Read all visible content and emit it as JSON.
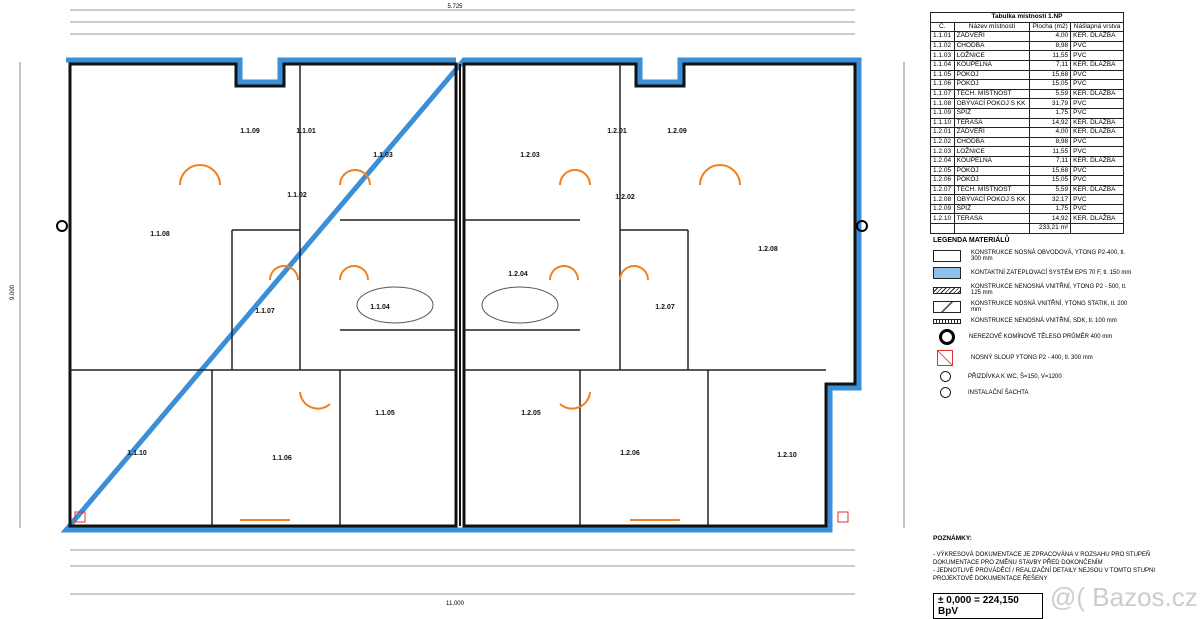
{
  "table": {
    "title": "Tabulka místností 1.NP",
    "headers": [
      "Č.",
      "Název místnosti",
      "Plocha (m2)",
      "Nášlapná vrstva"
    ],
    "rows": [
      [
        "1.1.01",
        "ZÁDVEŘÍ",
        "4,00",
        "KER. DLAŽBA"
      ],
      [
        "1.1.02",
        "CHODBA",
        "8,98",
        "PVC"
      ],
      [
        "1.1.03",
        "LOŽNICE",
        "11,55",
        "PVC"
      ],
      [
        "1.1.04",
        "KOUPELNA",
        "7,11",
        "KER. DLAŽBA"
      ],
      [
        "1.1.05",
        "POKOJ",
        "15,68",
        "PVC"
      ],
      [
        "1.1.06",
        "POKOJ",
        "15,05",
        "PVC"
      ],
      [
        "1.1.07",
        "TECH. MÍSTNOST",
        "5,59",
        "KER. DLAŽBA"
      ],
      [
        "1.1.08",
        "OBÝVACÍ POKOJ S KK",
        "31,79",
        "PVC"
      ],
      [
        "1.1.09",
        "SPÍŽ",
        "1,75",
        "PVC"
      ],
      [
        "1.1.10",
        "TERASA",
        "14,92",
        "KER. DLAŽBA"
      ],
      [
        "1.2.01",
        "ZÁDVEŘÍ",
        "4,00",
        "KER. DLAŽBA"
      ],
      [
        "1.2.02",
        "CHODBA",
        "8,98",
        "PVC"
      ],
      [
        "1.2.03",
        "LOŽNICE",
        "11,55",
        "PVC"
      ],
      [
        "1.2.04",
        "KOUPELNA",
        "7,11",
        "KER. DLAŽBA"
      ],
      [
        "1.2.05",
        "POKOJ",
        "15,68",
        "PVC"
      ],
      [
        "1.2.06",
        "POKOJ",
        "15,05",
        "PVC"
      ],
      [
        "1.2.07",
        "TECH. MÍSTNOST",
        "5,59",
        "KER. DLAŽBA"
      ],
      [
        "1.2.08",
        "OBÝVACÍ POKOJ S KK",
        "32,17",
        "PVC"
      ],
      [
        "1.2.09",
        "SPÍŽ",
        "1,75",
        "PVC"
      ],
      [
        "1.2.10",
        "TERASA",
        "14,92",
        "KER. DLAŽBA"
      ]
    ],
    "total": "233,21 m²"
  },
  "legend": {
    "title": "LEGENDA MATERIÁLŮ",
    "items": [
      {
        "icon": "wall-load-bearing-icon",
        "text": "KONSTRUKCE NOSNÁ OBVODOVÁ, YTONG P2-400, tl. 300 mm"
      },
      {
        "icon": "insulation-icon",
        "text": "KONTAKTNÍ ZATEPLOVACÍ SYSTÉM EPS 70 F, tl. 150 mm"
      },
      {
        "icon": "partition-hatch-icon",
        "text": "KONSTRUKCE NENOSNÁ VNITŘNÍ, YTONG P2 - 500, tl. 125 mm"
      },
      {
        "icon": "inner-load-bearing-icon",
        "text": "KONSTRUKCE NOSNÁ VNITŘNÍ, YTONG STATIK, tl. 200 mm"
      },
      {
        "icon": "drywall-icon",
        "text": "KONSTRUKCE NENOSNÁ VNITŘNÍ, SDK, tl. 100 mm"
      },
      {
        "icon": "chimney-icon",
        "text": "NEREZOVÉ KOMÍNOVÉ TĚLESO PRŮMĚR 400 mm"
      },
      {
        "icon": "column-icon",
        "text": "NOSNÝ SLOUP YTONG P2 - 400, tl. 300 mm"
      },
      {
        "icon": "wall-box-icon",
        "text": "PŘIZDÍVKA K WC, Š=150, V=1200"
      },
      {
        "icon": "shaft-icon",
        "text": "INSTALAČNÍ ŠACHTA"
      }
    ]
  },
  "notes": {
    "title": "POZNÁMKY:",
    "line1": "- VÝKRESOVÁ DOKUMENTACE JE ZPRACOVÁNA V ROZSAHU PRO STUPEŇ DOKUMENTACE PRO ZMĚNU STAVBY PŘED DOKONČENÍM",
    "line2": "- JEDNOTLIVÉ PROVÁDĚCÍ / REALIZAČNÍ DETAILY NEJSOU V TOMTO STUPNI PROJEKTOVÉ DOKUMENTACE ŘEŠENY"
  },
  "level": "± 0,000 = 224,150 BpV",
  "watermark": "@( Bazos.cz",
  "rooms": [
    "1.1.08",
    "1.1.10",
    "1.1.06",
    "1.1.05",
    "1.1.03",
    "1.1.01",
    "1.1.09",
    "1.1.02",
    "1.1.04",
    "1.1.07",
    "1.2.03",
    "1.2.01",
    "1.2.09",
    "1.2.02",
    "1.2.04",
    "1.2.07",
    "1.2.08",
    "1.2.10",
    "1.2.06",
    "1.2.05"
  ],
  "dims": {
    "top_total": "5.725",
    "bottom_total": "11.000",
    "left_total": "9.000"
  },
  "colors": {
    "insulation": "#3a8fd8",
    "doors": "#f08020"
  }
}
